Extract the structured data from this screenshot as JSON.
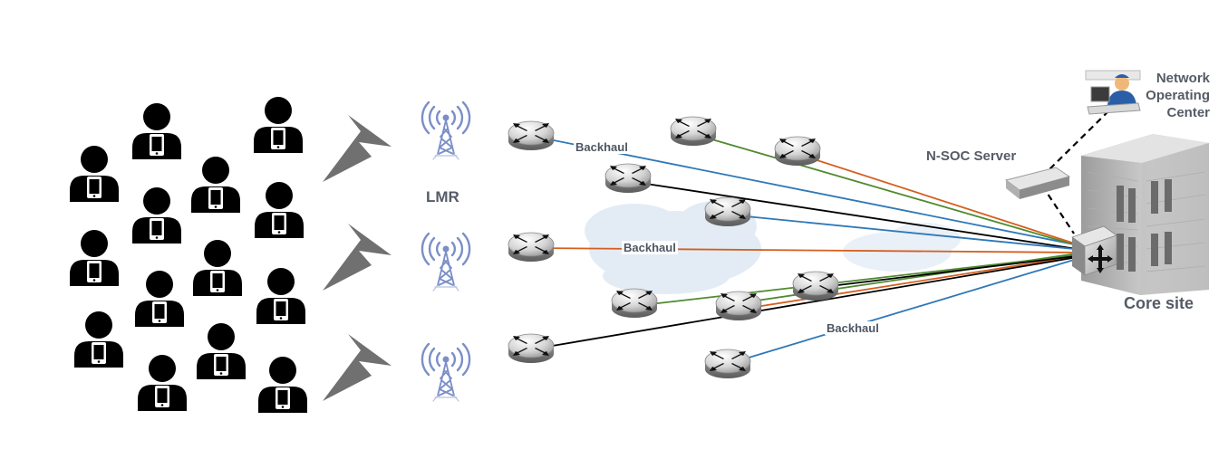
{
  "labels": {
    "lmr": "LMR",
    "backhaul_1": "Backhaul",
    "backhaul_2": "Backhaul",
    "backhaul_3": "Backhaul",
    "nsoc_server": "N-SOC Server",
    "noc_line1": "Network",
    "noc_line2": "Operating",
    "noc_line3": "Center",
    "core_site": "Core site"
  },
  "colors": {
    "person": "#000000",
    "lightning": "#707070",
    "antenna": "#7b8fc7",
    "router_body": "#9b9b9b",
    "link_blue": "#2e78b7",
    "link_green": "#4f8a2e",
    "link_orange": "#d45f1f",
    "link_black": "#000000",
    "cloud": "#dde9f4"
  },
  "icons": [
    "person-icon",
    "lightning-icon",
    "lmr-tower-icon",
    "router-icon",
    "server-icon",
    "noc-operator-icon",
    "core-building-icon",
    "core-switch-icon",
    "cloud-icon"
  ]
}
